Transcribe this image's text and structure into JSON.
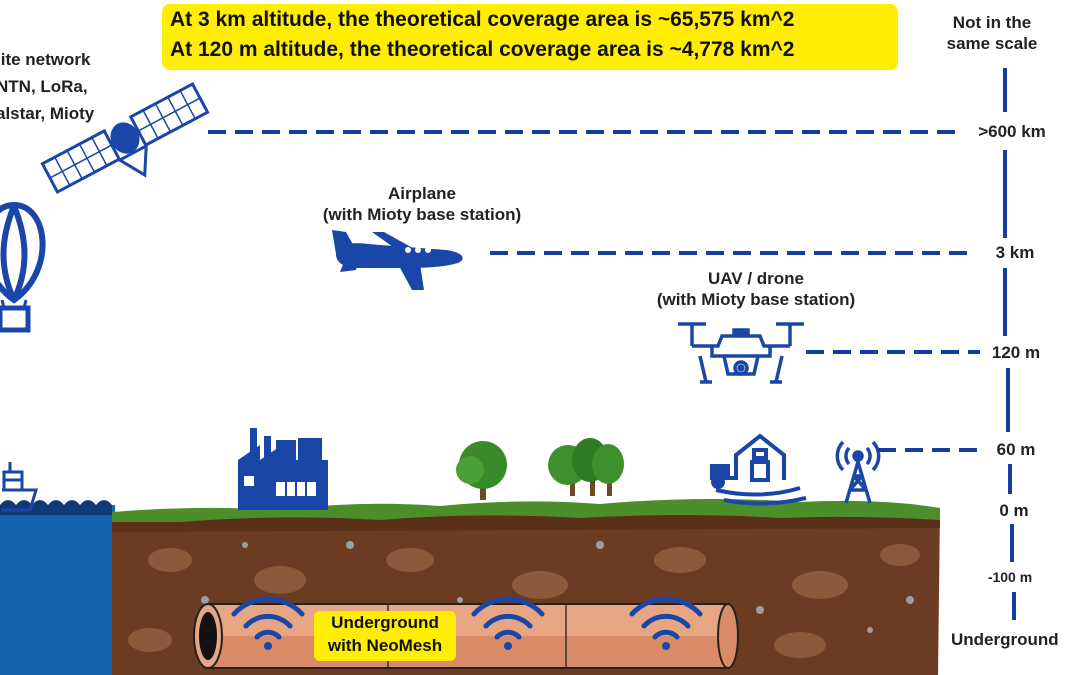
{
  "coverage": {
    "line_3km": "At 3 km altitude, the theoretical coverage area is ~65,575 km^2",
    "line_120m": "At 120 m altitude, the theoretical coverage area is ~4,778 km^2"
  },
  "scale_note": {
    "line1": "Not in the",
    "line2": "same scale"
  },
  "satellite": {
    "line1": "lite network",
    "line2": "NTN, LoRa,",
    "line3": "alstar, Mioty"
  },
  "airplane": {
    "line1": "Airplane",
    "line2": "(with Mioty base station)"
  },
  "drone": {
    "line1": "UAV / drone",
    "line2": "(with Mioty base station)"
  },
  "altitudes": {
    "sat": ">600 km",
    "plane": "3 km",
    "drone": "120 m",
    "tower": "60 m",
    "ground": "0 m",
    "below": "-100 m",
    "underground": "Underground"
  },
  "underground_box": {
    "line1": "Underground",
    "line2": "with NeoMesh"
  },
  "colors": {
    "accent_blue": "#1a46a8",
    "dash_blue": "#133d9e",
    "highlight_yellow": "#ffee00",
    "grass": "#4c8f2a",
    "soil": "#6b3b22",
    "water": "#1664b0",
    "pipe": "#e8a584"
  },
  "icons": [
    "satellite-icon",
    "balloon-icon",
    "airplane-icon",
    "drone-icon",
    "factory-icon",
    "tree-icon",
    "barn-icon",
    "tower-icon",
    "ship-icon",
    "wifi-icon"
  ]
}
